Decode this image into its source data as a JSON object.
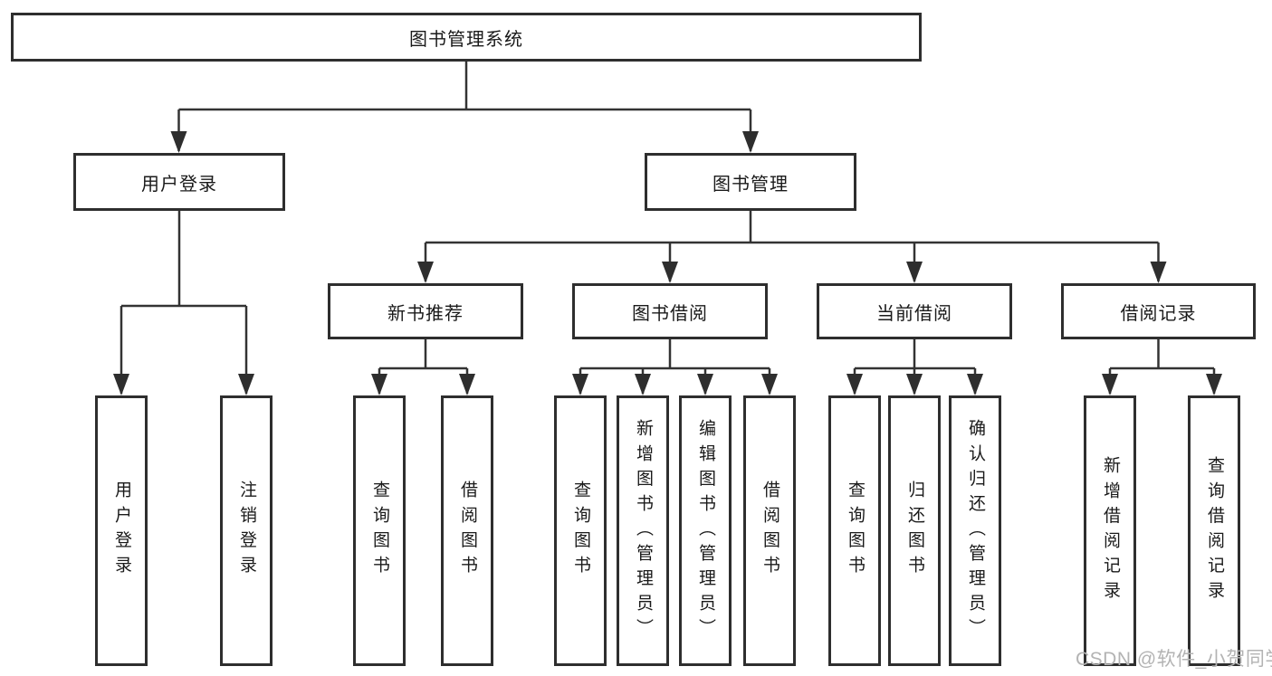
{
  "tree": {
    "label": "图书管理系统",
    "children": [
      {
        "label": "用户登录",
        "children": [
          {
            "label": "用户登录"
          },
          {
            "label": "注销登录"
          }
        ]
      },
      {
        "label": "图书管理",
        "children": [
          {
            "label": "新书推荐",
            "children": [
              {
                "label": "查询图书"
              },
              {
                "label": "借阅图书"
              }
            ]
          },
          {
            "label": "图书借阅",
            "children": [
              {
                "label": "查询图书"
              },
              {
                "label": "新增图书（管理员）"
              },
              {
                "label": "编辑图书（管理员）"
              },
              {
                "label": "借阅图书"
              }
            ]
          },
          {
            "label": "当前借阅",
            "children": [
              {
                "label": "查询图书"
              },
              {
                "label": "归还图书"
              },
              {
                "label": "确认归还（管理员）"
              }
            ]
          },
          {
            "label": "借阅记录",
            "children": [
              {
                "label": "新增借阅记录"
              },
              {
                "label": "查询借阅记录"
              }
            ]
          }
        ]
      }
    ]
  },
  "watermark": "CSDN @软件_小贺同学",
  "colors": {
    "line": "#333333",
    "box_border": "#2e2e2e",
    "text": "#1a1a1a",
    "watermark": "#b3b3b3",
    "background": "#ffffff"
  }
}
